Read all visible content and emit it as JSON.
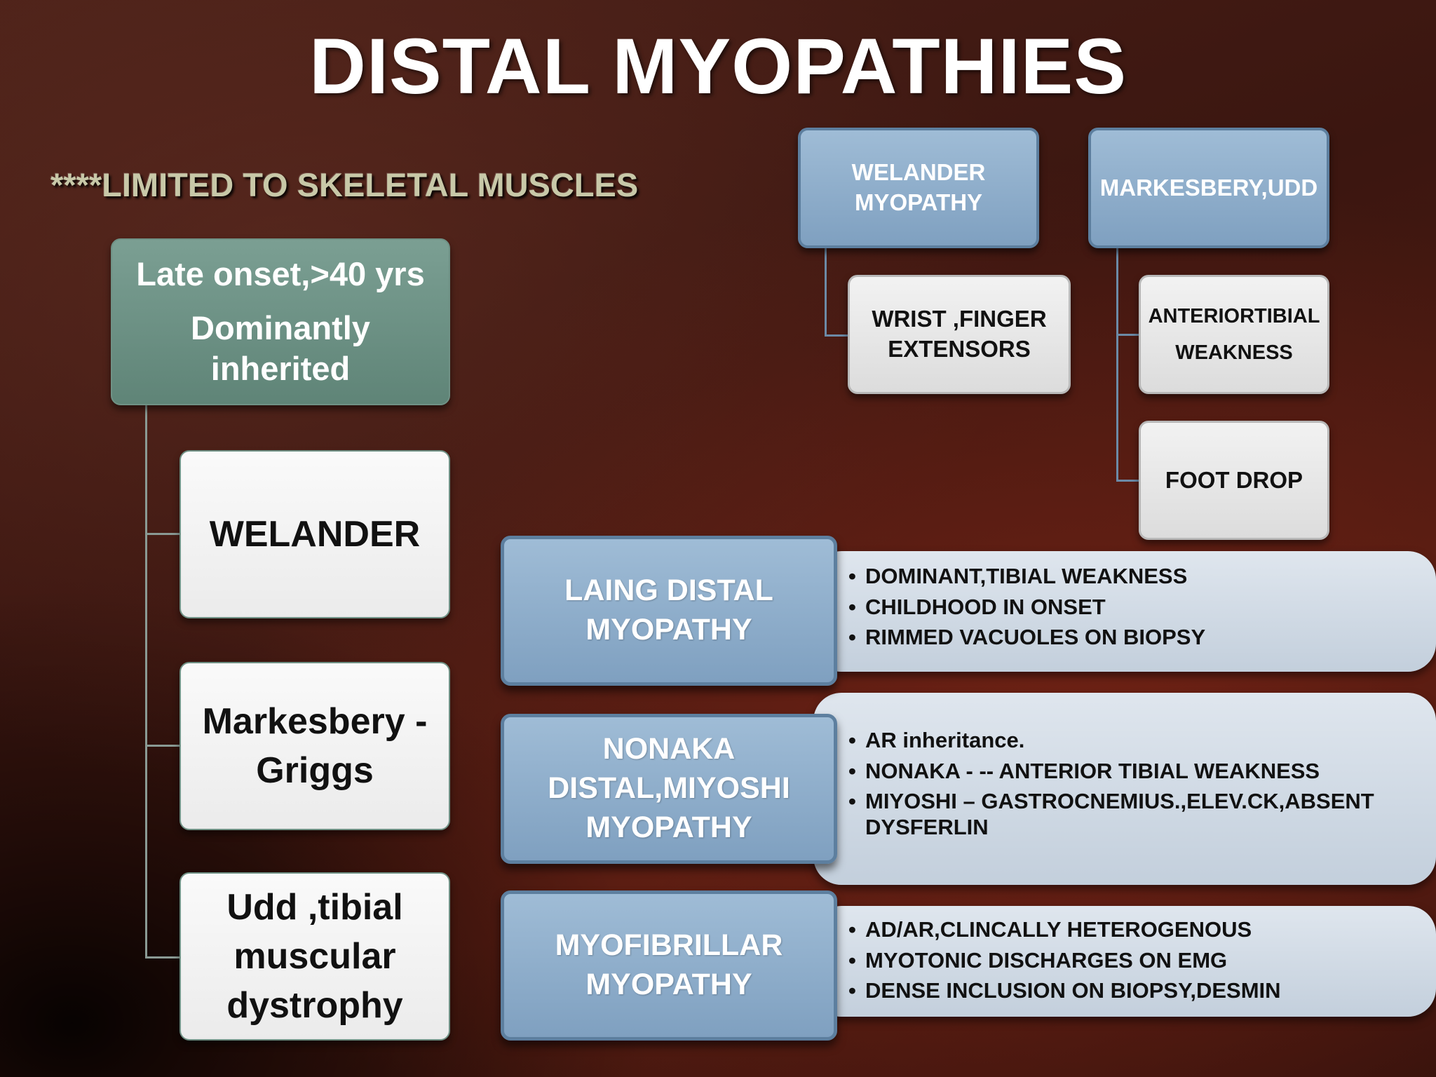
{
  "title": "DISTAL MYOPATHIES",
  "subtitle": "****LIMITED TO SKELETAL MUSCLES",
  "left_tree": {
    "root": {
      "line1": "Late onset,>40 yrs",
      "line2": "Dominantly",
      "line3": "inherited"
    },
    "children": [
      {
        "line1": "WELANDER",
        "line2": "",
        "line3": ""
      },
      {
        "line1": "Markesbery -",
        "line2": "Griggs",
        "line3": ""
      },
      {
        "line1": "Udd ,tibial",
        "line2": "muscular",
        "line3": "dystrophy"
      }
    ]
  },
  "right_trees": [
    {
      "root": {
        "line1": "WELANDER",
        "line2": "MYOPATHY"
      },
      "children": [
        {
          "line1": "WRIST ,FINGER",
          "line2": "EXTENSORS"
        }
      ]
    },
    {
      "root": {
        "line1": "MARKESBERY,UDD",
        "line2": ""
      },
      "children": [
        {
          "line1": "ANTERIORTIBIAL",
          "line2": "WEAKNESS"
        },
        {
          "line1": "FOOT DROP",
          "line2": ""
        }
      ]
    }
  ],
  "myopathies": [
    {
      "name": {
        "line1": "LAING DISTAL",
        "line2": "MYOPATHY",
        "line3": ""
      },
      "bullets": [
        "DOMINANT,TIBIAL WEAKNESS",
        "CHILDHOOD IN ONSET",
        "RIMMED VACUOLES ON BIOPSY"
      ]
    },
    {
      "name": {
        "line1": "NONAKA",
        "line2": "DISTAL,MIYOSHI",
        "line3": "MYOPATHY"
      },
      "bullets": [
        "AR inheritance.",
        "NONAKA  - -- ANTERIOR TIBIAL WEAKNESS",
        "MIYOSHI – GASTROCNEMIUS.,ELEV.CK,ABSENT DYSFERLIN"
      ]
    },
    {
      "name": {
        "line1": "MYOFIBRILLAR",
        "line2": "MYOPATHY",
        "line3": ""
      },
      "bullets": [
        "AD/AR,CLINCALLY HETEROGENOUS",
        "MYOTONIC DISCHARGES ON EMG",
        "DENSE INCLUSION ON BIOPSY,DESMIN"
      ]
    }
  ]
}
